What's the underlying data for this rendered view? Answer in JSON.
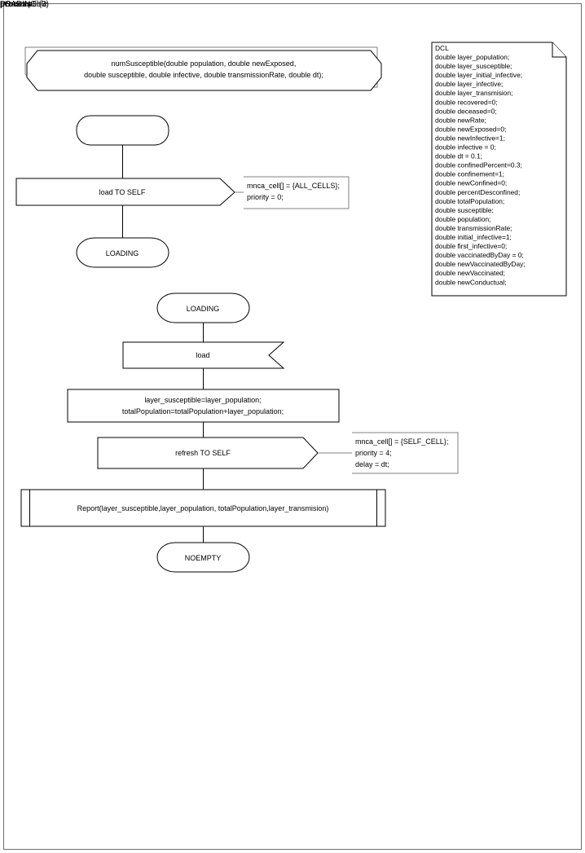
{
  "header": {
    "keyword": "process",
    "process_name": "PSusceptible",
    "page_label": "LOADING (3)"
  },
  "procedure_header": {
    "line1": "numSusceptible(double population, double newExposed,",
    "line2": "double susceptible, double infective, double transmissionRate, double dt);"
  },
  "dcl_note": {
    "title": "DCL",
    "declarations": [
      "double layer_population;",
      "double layer_susceptible;",
      "double layer_initial_infective;",
      "double layer_infective;",
      "double layer_transmision;",
      "double recovered=0;",
      "double deceased=0;",
      "double newRate;",
      "double newExposed=0;",
      "double newInfective=1;",
      "double infective = 0;",
      "double dt = 0.1;",
      "double confinedPercent=0.3;",
      "double confinement=1;",
      "double newConfined=0;",
      "double percentDesconfined;",
      "double totalPopulation;",
      "double susceptible;",
      "double population;",
      "double transmissionRate;",
      "double initial_infective=1;",
      "double first_infective=0;",
      "double vaccinatedByDay = 0;",
      "double newVaccinatedByDay;",
      "double newVaccinated;",
      "double newConductual;"
    ]
  },
  "flow": {
    "start_symbol_label": "",
    "output_load": "load TO SELF",
    "output_load_comment": [
      "mnca_cell[] = {ALL_CELLS};",
      "priority = 0;"
    ],
    "state_loading_1": "LOADING",
    "state_loading_2": "LOADING",
    "input_load": "load",
    "task_line1": "layer_susceptible=layer_population;",
    "task_line2": "totalPopulation=totalPopulation+layer_population;",
    "output_refresh": "refresh TO SELF",
    "output_refresh_comment": [
      "mnca_cell[] = {SELF_CELL};",
      "priority = 4;",
      "delay = dt;"
    ],
    "procedure_call": "Report(layer_susceptible,layer_population, totalPopulation,layer_transmision)",
    "state_noempty": "NOEMPTY"
  },
  "colors": {
    "stroke": "#000000",
    "page_border": "#6e6e6e",
    "shadow": "#808080",
    "background": "#ffffff"
  }
}
